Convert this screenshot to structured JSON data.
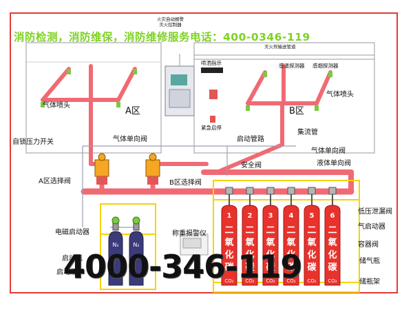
{
  "banner": "消防检测，消防维保，消防维修服务电话：400-0346-119",
  "big_number": "4000-346-119",
  "zone_a": "A区",
  "zone_b": "B区",
  "labels": {
    "fire_controller": "火灾自动报警\n灭火控制器",
    "pipe_top": "灭火剂输送管道",
    "spray_indicator": "喷洒指示",
    "emergency_start": "紧急启停",
    "temp_detector": "感温探测器",
    "smoke_detector": "感烟探测器",
    "nozzle_a": "气体喷头",
    "nozzle_b": "气体喷头",
    "self_lock_switch": "自锁压力开关",
    "gas_check_valve_left": "气体单向阀",
    "start_pipe": "启动管路",
    "manifold": "集流管",
    "gas_check_valve_right": "气体单向阀",
    "safety_valve": "安全阀",
    "liquid_check_valve": "液体单向阀",
    "select_valve_a": "A区选择阀",
    "select_valve_b": "B区选择阀",
    "low_pressure_valve": "低压泄漏阀",
    "gas_actuator": "气启动器",
    "container_valve": "容器阀",
    "solenoid_actuator": "电磁启动器",
    "weigh_alarm": "称重报警仪",
    "start_bottle": "启动瓶",
    "start_bottle_rack": "启动瓶架",
    "storage_bottle": "储气瓶",
    "storage_rack": "储瓶架"
  },
  "cylinders": [
    {
      "num": "1",
      "chars": [
        "二",
        "氧",
        "化",
        "碳"
      ],
      "formula": "CO₂"
    },
    {
      "num": "2",
      "chars": [
        "二",
        "氧",
        "化",
        "碳"
      ],
      "formula": "CO₂"
    },
    {
      "num": "3",
      "chars": [
        "二",
        "氧",
        "化",
        "碳"
      ],
      "formula": "CO₂"
    },
    {
      "num": "4",
      "chars": [
        "二",
        "氧",
        "化",
        "碳"
      ],
      "formula": "CO₂"
    },
    {
      "num": "5",
      "chars": [
        "二",
        "氧",
        "化",
        "碳"
      ],
      "formula": "CO₂"
    },
    {
      "num": "6",
      "chars": [
        "二",
        "氧",
        "化",
        "碳"
      ],
      "formula": "CO₂"
    }
  ],
  "n2_bottles": [
    "N₂",
    "N₂"
  ],
  "colors": {
    "pipe": "#f06a74",
    "frame": "#e53935",
    "rack": "#f5d300",
    "cylinder": "#e8322c",
    "n2": "#3b3a7a",
    "banner": "#7ed321"
  }
}
